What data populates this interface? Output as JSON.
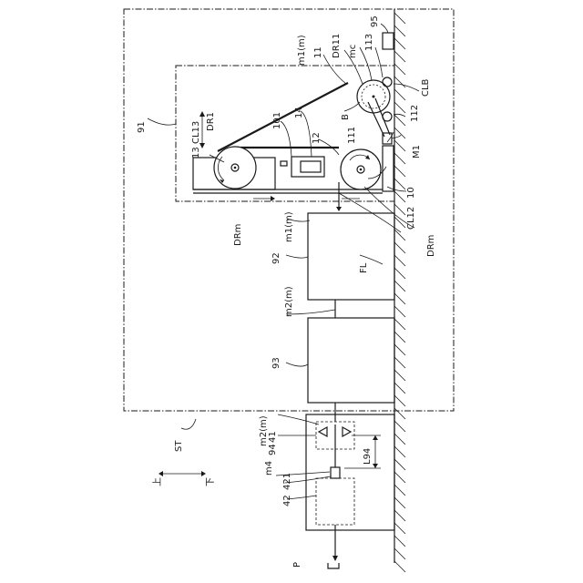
{
  "labels": {
    "ST": "ST",
    "P": "P",
    "up": "上",
    "down": "下",
    "L91": "91",
    "L92": "92",
    "L93": "93",
    "L95": "95",
    "L10": "10",
    "L11": "11",
    "L12": "12",
    "L13": "13",
    "L14": "14",
    "L101": "101",
    "L111": "111",
    "L112": "112",
    "L113": "113",
    "L41": "41",
    "L42": "42",
    "L94": "94",
    "L421": "421",
    "CL13": "CL13",
    "CL12": "CL12",
    "CLB": "CLB",
    "DR1": "DR1",
    "DR11": "DR11",
    "DRm_left": "DRm",
    "DRm_right": "DRm",
    "mc": "mc",
    "m1m_top": "m1(m)",
    "m1m_mid": "m1(m)",
    "m2m_mid": "m2(m)",
    "m2m_low": "m2(m)",
    "m4": "m4",
    "B": "B",
    "M1": "M1",
    "FL": "FL",
    "L94dim": "L94"
  }
}
